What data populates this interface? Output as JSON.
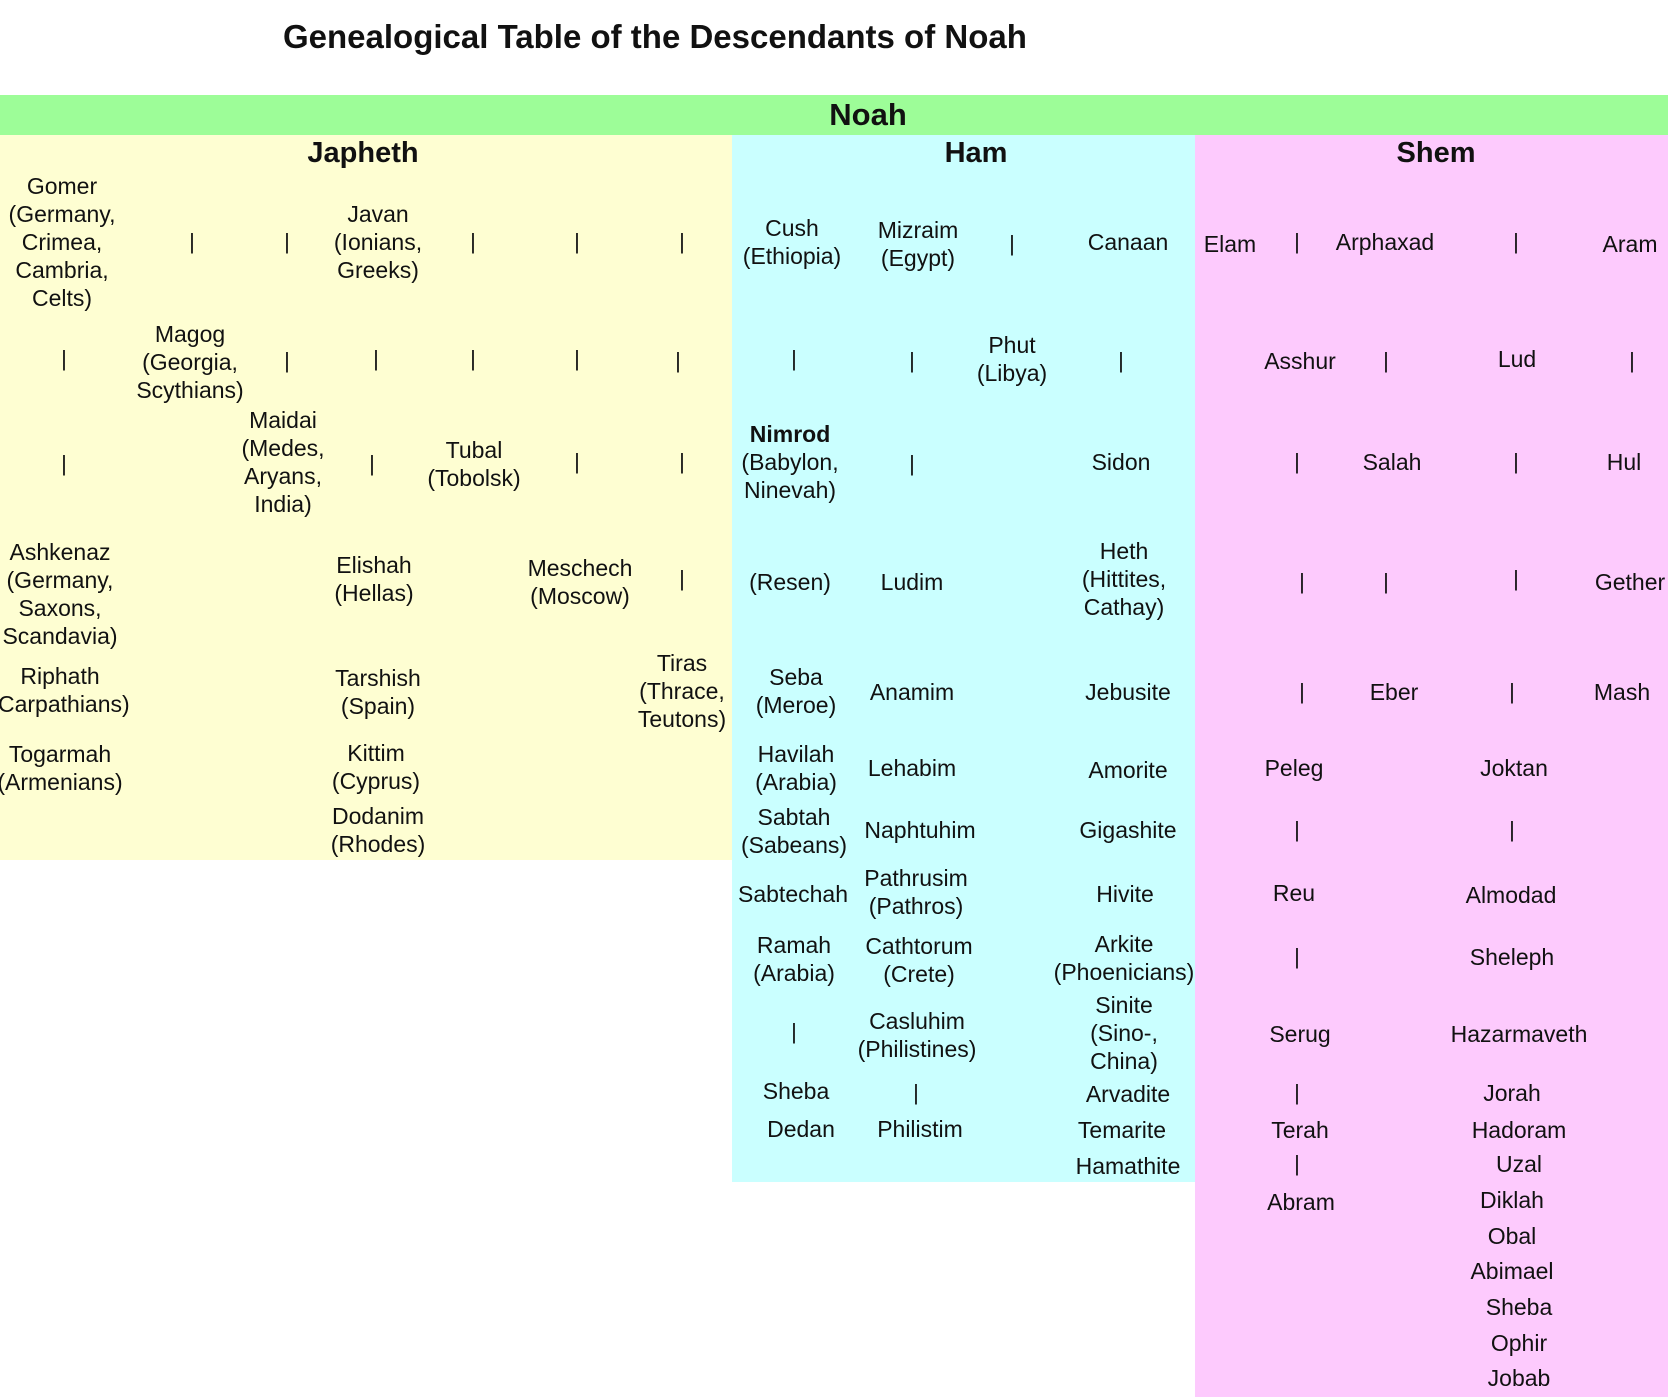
{
  "title": "Genealogical Table of the Descendants of Noah",
  "colors": {
    "noah": "#9dfd98",
    "japheth": "#fefed2",
    "ham": "#caffff",
    "shem": "#fdcafd"
  },
  "root": "Noah",
  "japheth": {
    "header": "Japheth",
    "gomer": [
      "Gomer",
      "(Germany,",
      "Crimea,",
      "Cambria,",
      "Celts)"
    ],
    "magog": [
      "Magog",
      "(Georgia,",
      "Scythians)"
    ],
    "maidai": [
      "Maidai",
      "(Medes,",
      "Aryans,",
      "India)"
    ],
    "javan": [
      "Javan",
      "(Ionians,",
      "Greeks)"
    ],
    "tubal": [
      "Tubal",
      "(Tobolsk)"
    ],
    "meschech": [
      "Meschech",
      "(Moscow)"
    ],
    "tiras": [
      "Tiras",
      "(Thrace,",
      "Teutons)"
    ],
    "ashkenaz": [
      "Ashkenaz",
      "(Germany,",
      "Saxons,",
      "Scandavia)"
    ],
    "riphath": [
      "Riphath",
      "(Carpathians)"
    ],
    "togarmah": [
      "Togarmah",
      "(Armenians)"
    ],
    "elishah": [
      "Elishah",
      "(Hellas)"
    ],
    "tarshish": [
      "Tarshish",
      "(Spain)"
    ],
    "kittim": [
      "Kittim",
      "(Cyprus)"
    ],
    "dodanim": [
      "Dodanim",
      "(Rhodes)"
    ]
  },
  "ham": {
    "header": "Ham",
    "cush": [
      "Cush",
      "(Ethiopia)"
    ],
    "mizraim": [
      "Mizraim",
      "(Egypt)"
    ],
    "phut": [
      "Phut",
      "(Libya)"
    ],
    "canaan": "Canaan",
    "nimrod": {
      "name": "Nimrod",
      "lines": [
        "(Babylon,",
        "Ninevah)"
      ]
    },
    "resen": "(Resen)",
    "seba": [
      "Seba",
      "(Meroe)"
    ],
    "havilah": [
      "Havilah",
      "(Arabia)"
    ],
    "sabtah": [
      "Sabtah",
      "(Sabeans)"
    ],
    "sabtechah": "Sabtechah",
    "ramah": [
      "Ramah",
      "(Arabia)"
    ],
    "sheba": "Sheba",
    "dedan": "Dedan",
    "ludim": "Ludim",
    "anamim": "Anamim",
    "lehabim": "Lehabim",
    "naphtuhim": "Naphtuhim",
    "pathrusim": [
      "Pathrusim",
      "(Pathros)"
    ],
    "cathtorum": [
      "Cathtorum",
      "(Crete)"
    ],
    "casluhim": [
      "Casluhim",
      "(Philistines)"
    ],
    "philistim": "Philistim",
    "sidon": "Sidon",
    "heth": [
      "Heth",
      "(Hittites,",
      "Cathay)"
    ],
    "jebusite": "Jebusite",
    "amorite": "Amorite",
    "gigashite": "Gigashite",
    "hivite": "Hivite",
    "arkite": [
      "Arkite",
      "(Phoenicians)"
    ],
    "sinite": [
      "Sinite",
      "(Sino-,",
      "China)"
    ],
    "arvadite": "Arvadite",
    "temarite": "Temarite",
    "hamathite": "Hamathite"
  },
  "shem": {
    "header": "Shem",
    "elam": "Elam",
    "arphaxad": "Arphaxad",
    "aram": "Aram",
    "asshur": "Asshur",
    "lud": "Lud",
    "salah": "Salah",
    "hul": "Hul",
    "gether": "Gether",
    "eber": "Eber",
    "mash": "Mash",
    "peleg": "Peleg",
    "joktan": "Joktan",
    "reu": "Reu",
    "almodad": "Almodad",
    "sheleph": "Sheleph",
    "serug": "Serug",
    "hazarmaveth": "Hazarmaveth",
    "jorah": "Jorah",
    "terah": "Terah",
    "hadoram": "Hadoram",
    "uzal": "Uzal",
    "abram": "Abram",
    "diklah": "Diklah",
    "obal": "Obal",
    "abimael": "Abimael",
    "sheba": "Sheba",
    "ophir": "Ophir",
    "jobab": "Jobab"
  },
  "bar": "|"
}
